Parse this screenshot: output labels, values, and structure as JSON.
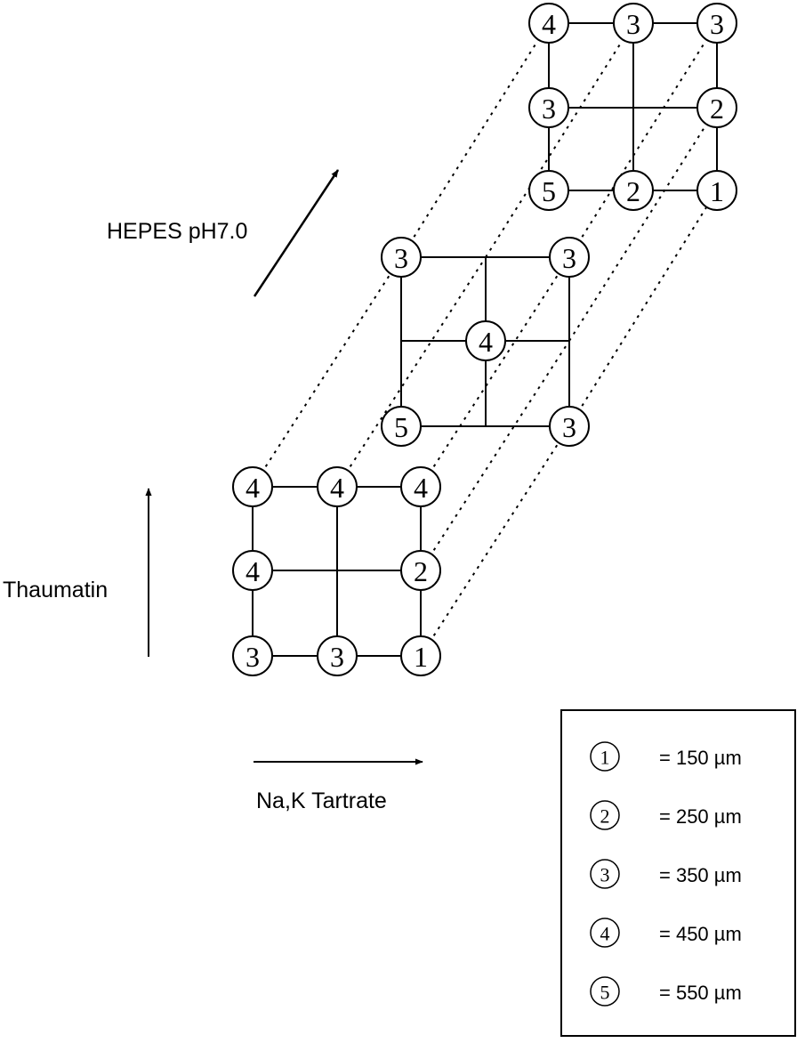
{
  "axes": {
    "vertical_label": "Thaumatin",
    "horizontal_label": "Na,K Tartrate",
    "depth_label": "HEPES pH7.0"
  },
  "grids": [
    {
      "name": "front",
      "layout": "3x3",
      "values": [
        [
          "4",
          "4",
          "4"
        ],
        [
          "4",
          "",
          "2"
        ],
        [
          "3",
          "3",
          "1"
        ]
      ]
    },
    {
      "name": "middle",
      "layout": "center-cross",
      "values": {
        "top_left": "3",
        "top_right": "3",
        "center": "4",
        "bottom_left": "5",
        "bottom_right": "3"
      }
    },
    {
      "name": "back",
      "layout": "3x3",
      "values": [
        [
          "4",
          "3",
          "3"
        ],
        [
          "3",
          "",
          "2"
        ],
        [
          "5",
          "2",
          "1"
        ]
      ]
    }
  ],
  "legend": {
    "items": [
      {
        "symbol": "1",
        "label": "= 150 µm"
      },
      {
        "symbol": "2",
        "label": "= 250 µm"
      },
      {
        "symbol": "3",
        "label": "= 350 µm"
      },
      {
        "symbol": "4",
        "label": "= 450 µm"
      },
      {
        "symbol": "5",
        "label": "= 550 µm"
      }
    ]
  },
  "colors": {
    "ink": "#000000",
    "paper": "#ffffff"
  }
}
